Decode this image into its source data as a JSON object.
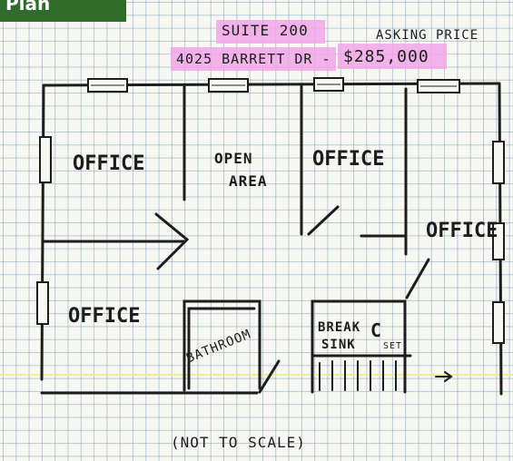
{
  "header": {
    "badge_text": "Plan",
    "suite": "SUITE 200",
    "address": "4025 BARRETT DR -",
    "asking_label": "ASKING PRICE",
    "price": "$285,000"
  },
  "rooms": {
    "office_top_left": "OFFICE",
    "open_area_line1": "OPEN",
    "open_area_line2": "AREA",
    "office_top_center": "OFFICE",
    "office_right": "OFFICE",
    "office_bottom_left": "OFFICE",
    "bathroom": "BATHROOM",
    "break_line1": "BREAK",
    "break_line2": "SINK",
    "closet_mark": "C",
    "closet_text": "SET"
  },
  "footer": {
    "scale_note": "(NOT TO SCALE)"
  },
  "colors": {
    "highlight": "#f2a6e8",
    "ink": "#1d1d1d",
    "grid": "#8ca0be",
    "badge": "#2f6b2a"
  }
}
